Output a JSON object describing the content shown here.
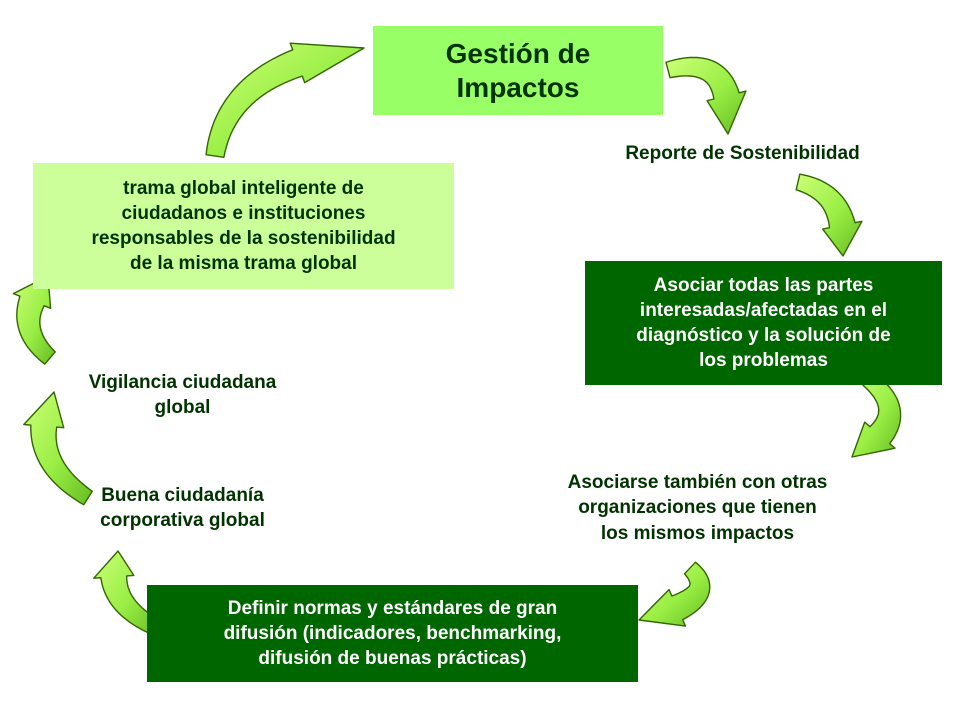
{
  "diagram": {
    "title": "Gestión de\nImpactos",
    "nodes": {
      "reporte": "Reporte de Sostenibilidad",
      "asociar": "Asociar todas las partes\ninteresadas/afectadas en el\ndiagnóstico y la solución de\nlos problemas",
      "asociarse": "Asociarse también con otras\norganizaciones que tienen\nlos mismos impactos",
      "definir": "Definir normas y estándares de gran\ndifusión (indicadores, benchmarking,\ndifusión de buenas prácticas)",
      "buena": "Buena ciudadanía\ncorporativa global",
      "vigilancia": "Vigilancia ciudadana\nglobal",
      "trama": "trama global inteligente de\nciudadanos e instituciones\nresponsables de la sostenibilidad\nde la misma trama global"
    },
    "colors": {
      "light_green": "#99ff66",
      "pale_green": "#ccff99",
      "dark_green": "#006600",
      "arrow_fill": "#99ee44",
      "arrow_stroke": "#336600"
    },
    "arrow_icon": "curved-arrow-icon"
  }
}
